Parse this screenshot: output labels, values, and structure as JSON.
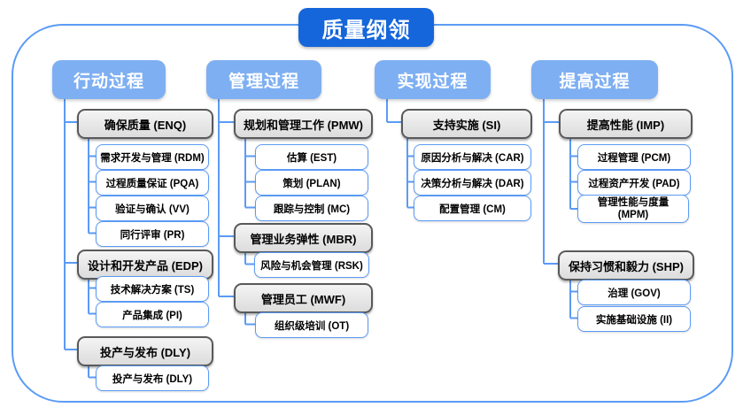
{
  "title": "质量纲领",
  "colors": {
    "title-bg": "#1566DB",
    "header-bg": "#7EAFF2",
    "line": "#5B9BF6",
    "group-border": "#58595B"
  },
  "columns": [
    {
      "header": "行动过程",
      "groups": [
        {
          "label": "确保质量 (ENQ)",
          "children": [
            "需求开发与管理 (RDM)",
            "过程质量保证 (PQA)",
            "验证与确认 (VV)",
            "同行评审 (PR)"
          ]
        },
        {
          "label": "设计和开发产品 (EDP)",
          "children": [
            "技术解决方案 (TS)",
            "产品集成 (PI)"
          ]
        },
        {
          "label": "投产与发布 (DLY)",
          "children": [
            "投产与发布 (DLY)"
          ]
        }
      ]
    },
    {
      "header": "管理过程",
      "groups": [
        {
          "label": "规划和管理工作 (PMW)",
          "children": [
            "估算 (EST)",
            "策划 (PLAN)",
            "跟踪与控制 (MC)"
          ]
        },
        {
          "label": "管理业务弹性 (MBR)",
          "children": [
            "风险与机会管理 (RSK)"
          ]
        },
        {
          "label": "管理员工 (MWF)",
          "children": [
            "组织级培训 (OT)"
          ]
        }
      ]
    },
    {
      "header": "实现过程",
      "groups": [
        {
          "label": "支持实施 (SI)",
          "children": [
            "原因分析与解决 (CAR)",
            "决策分析与解决 (DAR)",
            "配置管理 (CM)"
          ]
        }
      ]
    },
    {
      "header": "提高过程",
      "groups": [
        {
          "label": "提高性能 (IMP)",
          "children": [
            "过程管理 (PCM)",
            "过程资产开发 (PAD)",
            "管理性能与度量 (MPM)"
          ]
        },
        {
          "label": "保持习惯和毅力 (SHP)",
          "children": [
            "治理 (GOV)",
            "实施基础设施 (II)"
          ]
        }
      ]
    }
  ]
}
